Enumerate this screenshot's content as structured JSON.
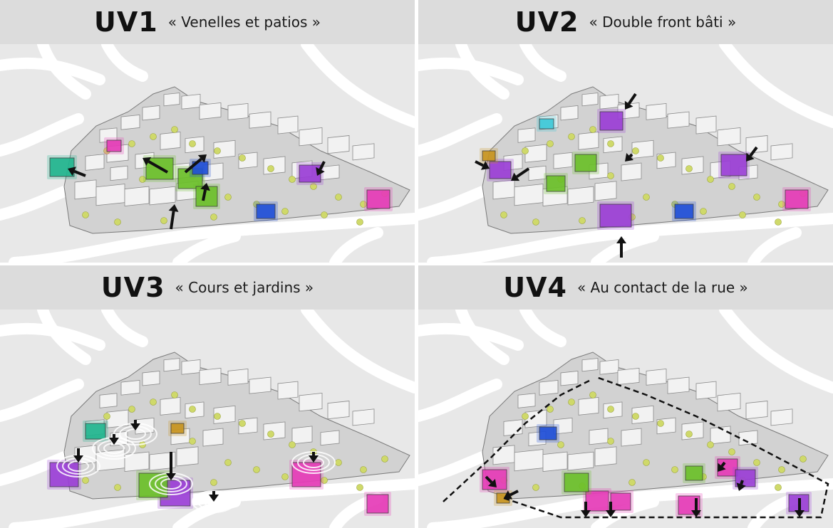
{
  "panels": [
    {
      "code": "UV1",
      "subtitle": "« Venelles et patios »"
    },
    {
      "code": "UV2",
      "subtitle": "« Double front bâti »"
    },
    {
      "code": "UV3",
      "subtitle": "« Cours et jardins »"
    },
    {
      "code": "UV4",
      "subtitle": "« Au contact de la rue »"
    }
  ],
  "colors": {
    "header_bg": "#dcdcdc",
    "ground": "#e8e8e8",
    "street": "#ffffff",
    "block": "#d2d2d2",
    "building": "#f2f2f2",
    "building_outline": "#8a8a8a",
    "tree": "#cfd96a",
    "green": "#6cc02a",
    "teal": "#20b58e",
    "purple": "#9b3fd6",
    "magenta": "#e63cb8",
    "blue": "#1f4fd8",
    "cyan": "#3cc8d8",
    "orange": "#c8941e"
  }
}
